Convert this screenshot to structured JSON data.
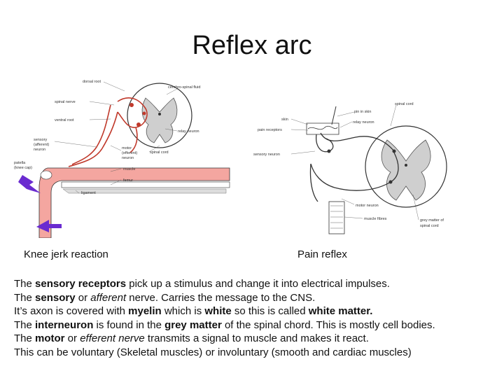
{
  "title": "Reflex arc",
  "figures": {
    "knee": {
      "caption": "Knee jerk reaction",
      "labels": {
        "dorsal_root": "dorsal root",
        "cerebro_spinal_fluid": "cerebro-spinal fluid",
        "spinal_nerve": "spinal nerve",
        "ventral_root": "ventral root",
        "relay_neuron": "relay neuron",
        "sensory_neuron_1": "sensory",
        "sensory_neuron_2": "(afferent)",
        "sensory_neuron_3": "neuron",
        "motor_neuron_1": "motor",
        "motor_neuron_2": "(efferent)",
        "motor_neuron_3": "neuron",
        "spinal_cord": "spinal cord",
        "patella_1": "patella",
        "patella_2": "(knee cap)",
        "muscle": "muscle",
        "femur": "femur",
        "ligament": "ligament"
      }
    },
    "pain": {
      "caption": "Pain reflex",
      "labels": {
        "spinal_cord": "spinal cord",
        "skin": "skin",
        "pin_in_skin": "pin in skin",
        "pain_receptors": "pain receptors",
        "relay_neuron": "relay neuron",
        "sensory_neuron": "sensory neuron",
        "motor_neuron": "motor neuron",
        "muscle_fibres": "muscle fibres",
        "grey_matter_1": "grey matter of",
        "grey_matter_2": "spinal cord"
      }
    }
  },
  "body": {
    "line1": {
      "a": "The ",
      "b": "sensory receptors",
      "c": " pick up a stimulus and change it into electrical impulses."
    },
    "line2": {
      "a": "The ",
      "b": "sensory",
      "c": " or ",
      "d": "afferent",
      "e": " nerve.  Carries the message to the CNS."
    },
    "line3": {
      "a": " It’s axon is covered with ",
      "b": "myelin",
      "c": " which is ",
      "d": "white",
      "e": " so this is called ",
      "f": "white matter."
    },
    "line4": {
      "a": "The ",
      "b": "interneuron",
      "c": " is found in the ",
      "d": "grey matter",
      "e": " of the spinal chord. This is mostly cell bodies."
    },
    "line5": {
      "a": "The ",
      "b": "motor",
      "c": " or ",
      "d": "efferent nerve",
      "e": "  transmits a signal to muscle and makes it react."
    },
    "line6": "This can be voluntary (Skeletal muscles) or involuntary (smooth and cardiac muscles)"
  },
  "colors": {
    "neuron": "#c0392b",
    "muscle": "#f4a6a0",
    "arrow": "#6a2bd0",
    "grey_matter": "#cfcfcf"
  }
}
